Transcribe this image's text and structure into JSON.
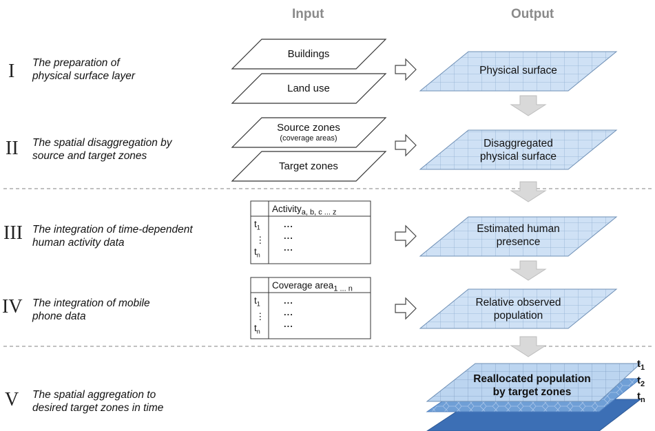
{
  "headers": {
    "input": "Input",
    "output": "Output"
  },
  "stages": [
    {
      "numeral": "I",
      "desc_line1": "The preparation of",
      "desc_line2": "physical surface layer",
      "inputs": [
        "Buildings",
        "Land use"
      ],
      "output_line1": "Physical surface",
      "output_line2": ""
    },
    {
      "numeral": "II",
      "desc_line1": "The spatial disaggregation by",
      "desc_line2": "source and target zones",
      "inputs": [
        "Source zones",
        "Target zones"
      ],
      "input_sub": "(coverage areas)",
      "output_line1": "Disaggregated",
      "output_line2": "physical surface"
    },
    {
      "numeral": "III",
      "desc_line1": "The integration of time-dependent",
      "desc_line2": "human activity data",
      "table_header": "Activity",
      "table_header_sub": "a, b, c ... z",
      "output_line1": "Estimated human",
      "output_line2": "presence"
    },
    {
      "numeral": "IV",
      "desc_line1": "The integration of mobile",
      "desc_line2": "phone data",
      "table_header": "Coverage area",
      "table_header_sub": "1 ... n",
      "output_line1": "Relative observed",
      "output_line2": "population"
    },
    {
      "numeral": "V",
      "desc_line1": "The spatial aggregation to",
      "desc_line2": "desired target zones in time",
      "output_line1": "Reallocated population",
      "output_line2": "by target zones"
    }
  ],
  "table_rows": {
    "t": "t",
    "sub1": "1",
    "subn": "n",
    "vdots": "⋮",
    "cell": "..."
  },
  "time_labels": {
    "t": "t",
    "s1": "1",
    "s2": "2",
    "sn": "n"
  },
  "colors": {
    "grid_fill": "#cfe1f5",
    "grid_line": "#8eaed0",
    "hex_fill": "#6f9fd6",
    "base_fill": "#3c6fb5",
    "arrow_fill": "#d9d9d9",
    "dash": "#9a9a9a"
  },
  "icons": {
    "right_arrow": "hollow-right-arrow-icon",
    "down_arrow": "gray-down-arrow-icon"
  }
}
